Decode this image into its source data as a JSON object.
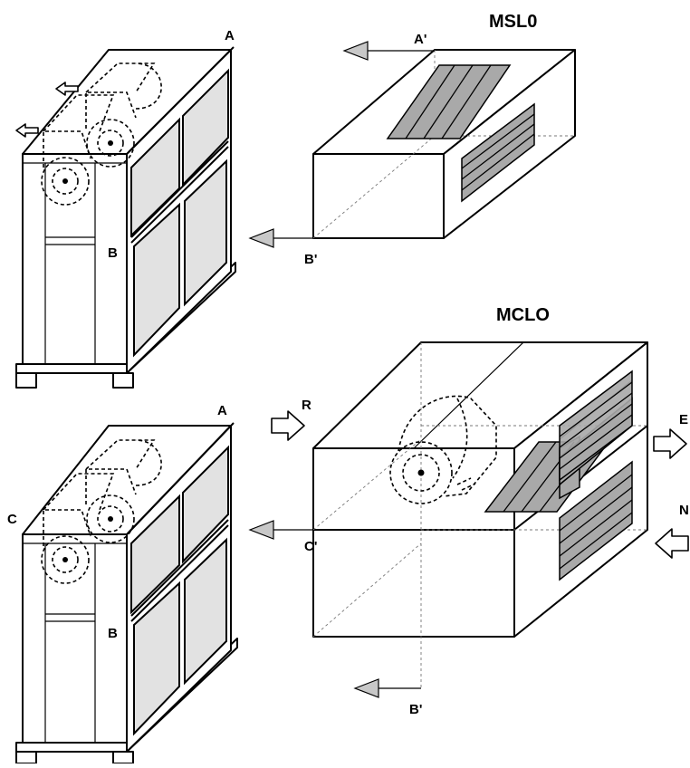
{
  "diagram": {
    "units": [
      {
        "id": "msl0",
        "title": "MSL0"
      },
      {
        "id": "mcl0",
        "title": "MCLO"
      }
    ],
    "labels": {
      "a_top": "A",
      "b_top": "B",
      "a_prime_top": "A'",
      "b_prime_top": "B'",
      "a_bottom": "A",
      "b_bottom": "B",
      "c_bottom": "C",
      "c_prime": "C'",
      "b_prime_bottom": "B'",
      "r": "R",
      "e": "E",
      "n": "N"
    },
    "icons": {
      "flow_arrow": "hollow-arrow-icon",
      "projection_arrow": "pointer-arrow-icon",
      "fan": "fan-icon"
    }
  }
}
